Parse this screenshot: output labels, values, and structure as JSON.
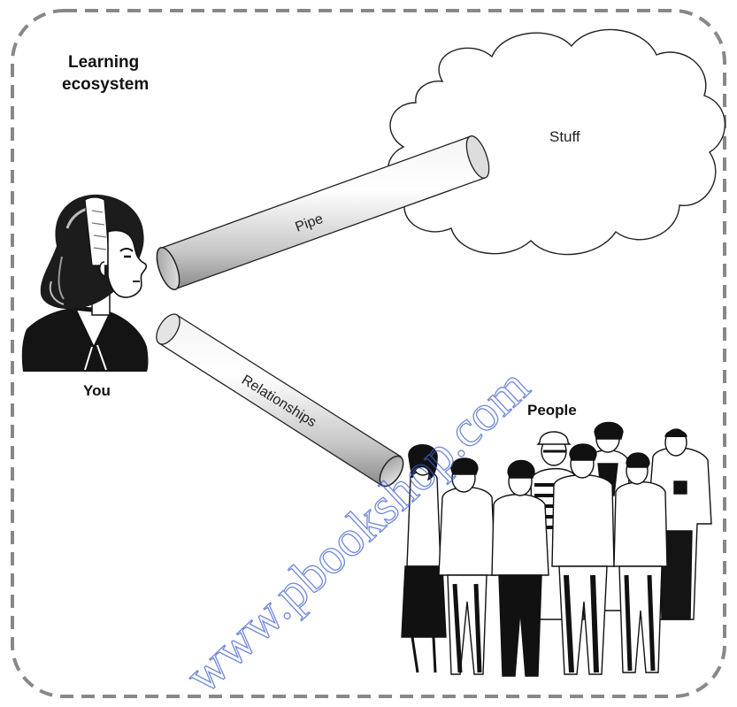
{
  "diagram": {
    "title_lines": [
      "Learning",
      "ecosystem"
    ],
    "you_label": "You",
    "stuff_label": "Stuff",
    "people_label": "People",
    "pipe_label": "Pipe",
    "relationships_label": "Relationships",
    "watermark": "www.pbookshop.com"
  },
  "colors": {
    "border": "#888888",
    "ink": "#111111",
    "watermark": "#3f5fd0"
  }
}
